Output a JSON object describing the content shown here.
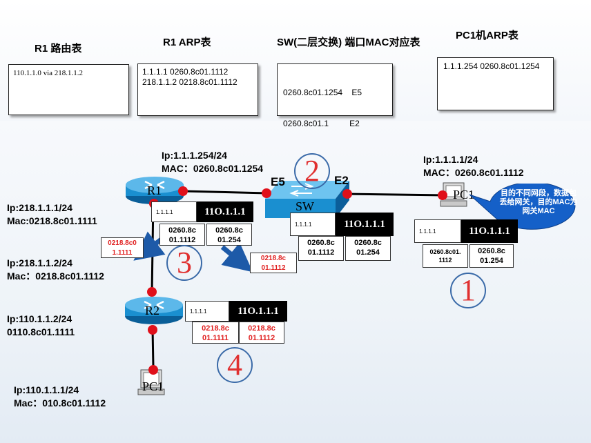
{
  "headers": {
    "r1_route": "R1  路由表",
    "r1_arp": "R1  ARP表",
    "sw_mac": "SW(二层交换) 端口MAC对应表",
    "pc1_arp": "PC1机ARP表"
  },
  "tables": {
    "r1_route": [
      "110.1.1.0  via  218.1.1.2"
    ],
    "r1_arp": [
      "1.1.1.1 0260.8c01.1112",
      "218.1.1.2  0218.8c01.1112"
    ],
    "sw_mac": [
      "0260.8c01.1254    E5",
      "0260.8c01.1         E2"
    ],
    "pc1_arp": [
      "1.1.1.254 0260.8c01.1254"
    ]
  },
  "devices": {
    "r1": "R1",
    "r2": "R2",
    "sw": "SW",
    "pc_top": "PC1",
    "pc_bottom": "PC1",
    "port_e5": "E5",
    "port_e2": "E2"
  },
  "info": {
    "r1_lan": [
      "Ip:1.1.1.254/24",
      "MAC：0260.8c01.1254"
    ],
    "pc_top": [
      "Ip:1.1.1.1/24",
      "MAC：0260.8c01.1112"
    ],
    "r1_wan": [
      "Ip:218.1.1.1/24",
      "Mac:0218.8c01.1111"
    ],
    "r2_wan": [
      "Ip:218.1.1.2/24",
      "Mac：0218.8c01.1112"
    ],
    "r2_lan": [
      "Ip:110.1.1.2/24",
      "0110.8c01.1111"
    ],
    "pc_bottom": [
      "Ip:110.1.1.1/24",
      "Mac：010.8c01.1112"
    ]
  },
  "callout": "目的不同网段，数据包丢给网关，目的MAC为网关MAC",
  "packets": {
    "p1": {
      "src_ip": "1.1.1.1",
      "dst_ip": "11O.1.1.1",
      "mac1": "0260.8c01.\n1112",
      "mac2": "0260.8c\n01.254"
    },
    "p2": {
      "src_ip": "1.1.1.1",
      "dst_ip": "11O.1.1.1",
      "mac1": "0260.8c\n01.1112",
      "mac2": "0260.8c\n01.254"
    },
    "p3": {
      "src_ip": "1.1.1.1",
      "dst_ip": "11O.1.1.1",
      "mac1": "0260.8c\n01.1112",
      "mac2": "0260.8c\n01.254"
    },
    "p4": {
      "src_ip": "1.1.1.1",
      "dst_ip": "11O.1.1.1",
      "mac1": "0218.8c\n01.1111",
      "mac2": "0218.8c\n01.1112"
    }
  },
  "replace_labels": {
    "left": "0218.8c0\n1.1111",
    "right": "0218.8c\n01.1112"
  },
  "steps": [
    "1",
    "2",
    "3",
    "4"
  ],
  "colors": {
    "port": "#e0101a",
    "router": "#1a8fd0",
    "switch": "#2a9ad8",
    "callout": "#1560c8",
    "arrow": "#1d5aa8",
    "step_number": "#e03030"
  }
}
